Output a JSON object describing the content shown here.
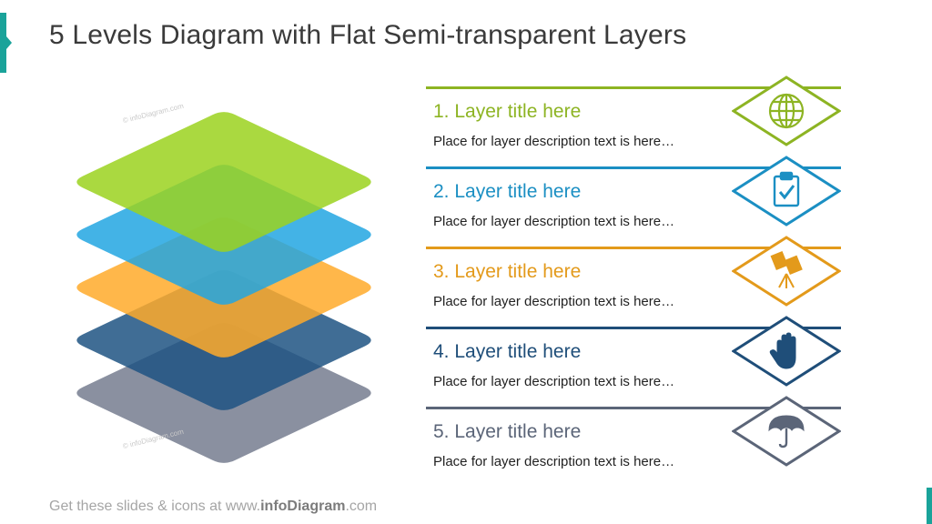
{
  "title": "5 Levels Diagram with Flat Semi-transparent Layers",
  "watermark": "© infoDiagram.com",
  "layers": [
    {
      "title": "1. Layer title here",
      "desc": "Place for layer description text is here…",
      "color": "#8db423",
      "fill": "#9bd21e",
      "icon": "globe-icon"
    },
    {
      "title": "2. Layer title here",
      "desc": "Place for layer description text is here…",
      "color": "#1b8fc3",
      "fill": "#22a6e2",
      "icon": "clipboard-check-icon"
    },
    {
      "title": "3. Layer title here",
      "desc": "Place for layer description text is here…",
      "color": "#e39a1b",
      "fill": "#ffaa2a",
      "icon": "telescope-icon"
    },
    {
      "title": "4. Layer title here",
      "desc": "Place for layer description text is here…",
      "color": "#1f4e79",
      "fill": "#1e5482",
      "icon": "hand-icon"
    },
    {
      "title": "5. Layer title here",
      "desc": "Place for layer description text is here…",
      "color": "#5b6578",
      "fill": "#6d7488",
      "icon": "umbrella-icon"
    }
  ],
  "footer": {
    "prefix": "Get these slides & icons at www.",
    "brand": "infoDiagram",
    "suffix": ".com"
  }
}
